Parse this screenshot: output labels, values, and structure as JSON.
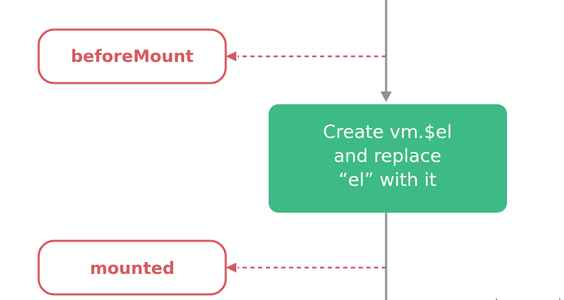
{
  "colors": {
    "flow_line": "#8a9298",
    "hook": "#d65a5f",
    "process_fill": "#3dba85",
    "process_text": "#ffffff",
    "background": "#ffffff"
  },
  "hooks": {
    "before_mount": {
      "label": "beforeMount"
    },
    "mounted": {
      "label": "mounted"
    }
  },
  "process": {
    "lines": [
      "Create vm.$el",
      "and replace",
      "“el” with it"
    ]
  }
}
